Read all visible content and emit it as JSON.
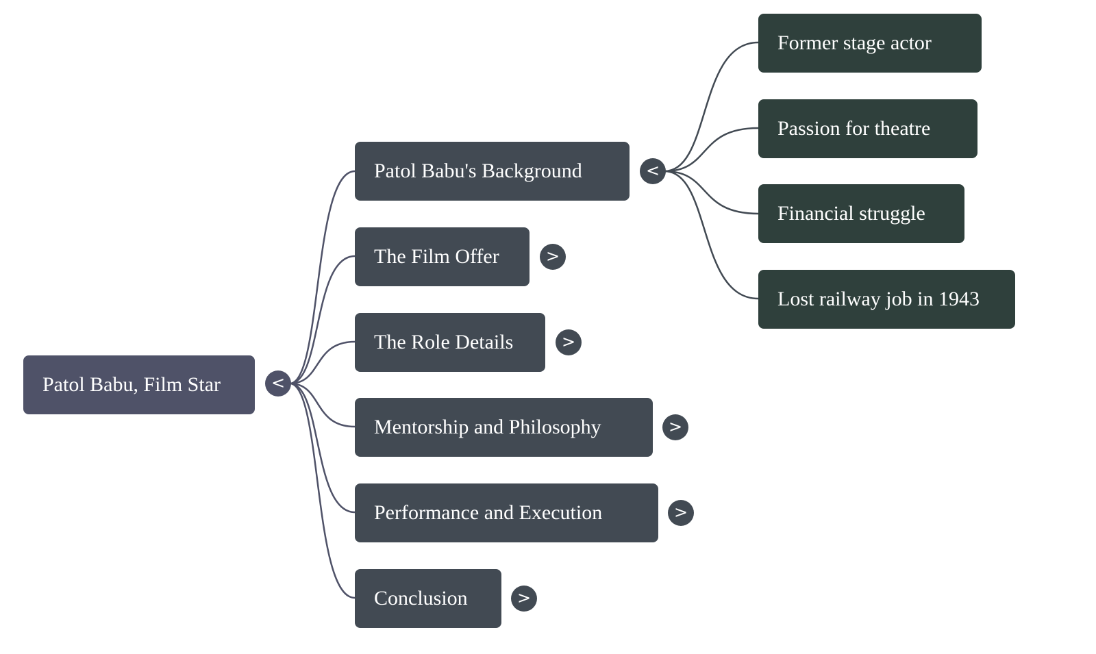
{
  "root": {
    "label": "Patol Babu, Film Star",
    "toggle": "<",
    "color": "#4f5268"
  },
  "branches": [
    {
      "label": "Patol Babu's Background",
      "toggle": "<",
      "expanded": true,
      "children": [
        {
          "label": "Former stage actor"
        },
        {
          "label": "Passion for theatre"
        },
        {
          "label": "Financial struggle"
        },
        {
          "label": "Lost railway job in 1943"
        }
      ]
    },
    {
      "label": "The Film Offer",
      "toggle": ">",
      "expanded": false
    },
    {
      "label": "The Role Details",
      "toggle": ">",
      "expanded": false
    },
    {
      "label": "Mentorship and Philosophy",
      "toggle": ">",
      "expanded": false
    },
    {
      "label": "Performance and Execution",
      "toggle": ">",
      "expanded": false
    },
    {
      "label": "Conclusion",
      "toggle": ">",
      "expanded": false
    }
  ],
  "colors": {
    "branch": "#424a53",
    "leaf": "#2f403c",
    "edge_root": "#4f5268",
    "edge_branch": "#424a53"
  }
}
